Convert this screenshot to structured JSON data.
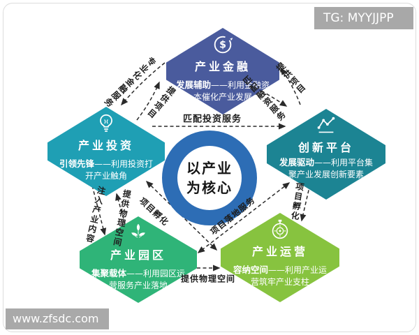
{
  "overlays": {
    "tg_tag": "TG: MYYJJPP",
    "site_watermark": "www.zfsdc.com"
  },
  "center": {
    "line1": "以产业",
    "line2": "为核心",
    "ring_color": "#2d6db5"
  },
  "hexagons": [
    {
      "id": "finance",
      "title": "产业金融",
      "lead": "发展辅助",
      "desc": "——利用金融资本催化产业发展",
      "color": "#4a5b9d",
      "icon": "dollar-cycle-icon"
    },
    {
      "id": "invest",
      "title": "产业投资",
      "lead": "引领先锋",
      "desc": "——利用投资打开产业触角",
      "color": "#1f9fb4",
      "icon": "lightbulb-icon"
    },
    {
      "id": "platform",
      "title": "创新平台",
      "lead": "发展驱动",
      "desc": "——利用平台集聚产业发展创新要素",
      "color": "#1c8493",
      "icon": "trend-chart-icon"
    },
    {
      "id": "park",
      "title": "产业园区",
      "lead": "集聚载体",
      "desc": "——利用园区运营服务产业落地",
      "color": "#2fb478",
      "icon": "leaves-icon"
    },
    {
      "id": "operation",
      "title": "产业运营",
      "lead": "容纳空间",
      "desc": "——利用产业运营筑牢产业支柱",
      "color": "#87c33f",
      "icon": "stopwatch-gauge-icon"
    }
  ],
  "connectors": [
    {
      "label": "专业化金融服务",
      "from": "产业金融",
      "to": "产业投资",
      "bidirectional": false
    },
    {
      "label": "提供项目",
      "from": "产业投资",
      "to": "产业金融",
      "bidirectional": false
    },
    {
      "label": "提供项目",
      "from": "创新平台",
      "to": "产业金融",
      "bidirectional": false
    },
    {
      "label": "匹配融资服务",
      "from": "产业金融",
      "to": "创新平台",
      "bidirectional": false
    },
    {
      "label": "匹配投资服务",
      "from": "产业投资",
      "to": "创新平台",
      "bidirectional": false
    },
    {
      "label": "注入产业内容",
      "from": "产业投资",
      "to": "产业园区",
      "bidirectional": false
    },
    {
      "label": "提供物理空间",
      "from": "产业园区",
      "to": "产业投资",
      "bidirectional": false
    },
    {
      "label": "项目孵化",
      "from": "产业投资",
      "to": "产业运营",
      "bidirectional": true
    },
    {
      "label": "项目落地服务",
      "from": "创新平台",
      "to": "产业园区",
      "bidirectional": true
    },
    {
      "label": "项目孵化",
      "from": "创新平台",
      "to": "产业运营",
      "bidirectional": false
    },
    {
      "label": "提供物理空间",
      "from": "产业园区",
      "to": "产业运营",
      "bidirectional": false
    }
  ],
  "palette": {
    "arrow_color": "#2a2a2a",
    "label_color": "#1e1e1e",
    "watermark_gray": "#a8a8a8"
  }
}
